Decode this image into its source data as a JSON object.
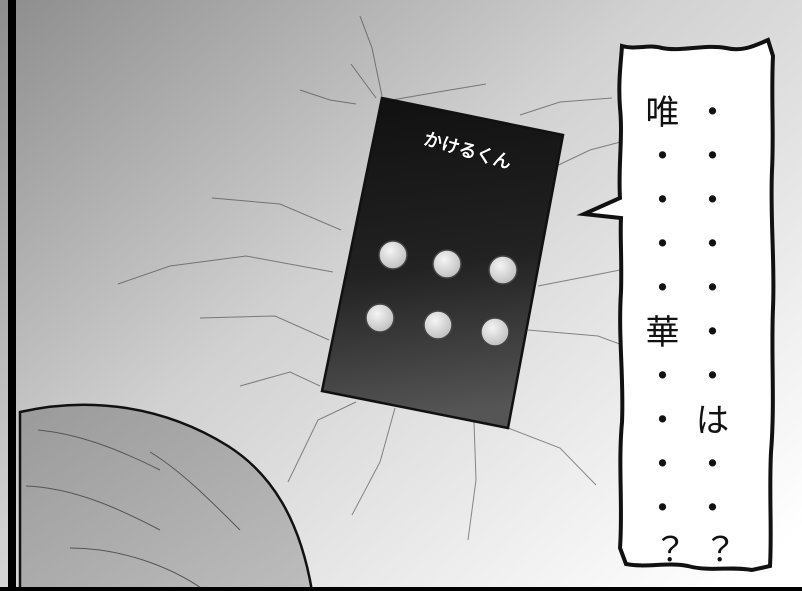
{
  "panel": {
    "device_label": "かけるくん",
    "speech_lines": [
      "・・・・・・・は・・？",
      "唯・・・・華・・・・？"
    ],
    "colors": {
      "border": "#111111",
      "device_top": "#111111",
      "device_bottom": "#4a4a4a",
      "buttons": "#d7d7d7",
      "bg_dark": "#9a9a9a",
      "bg_light": "#ffffff"
    }
  }
}
